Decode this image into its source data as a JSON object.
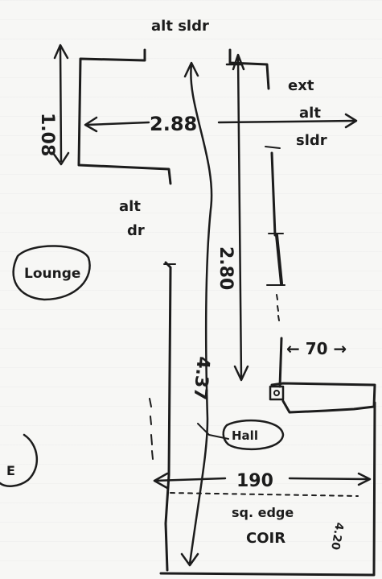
{
  "labels": {
    "top_alt_slider": "alt  sldr",
    "ext_alt_slider_ext": "ext",
    "ext_alt_slider_alt": "alt",
    "ext_alt_slider_sldr": "sldr",
    "width_left": "2.88",
    "door_width": "1.08",
    "alt_door_alt": "alt",
    "alt_door_dr": "dr",
    "lounge": "Lounge",
    "length_280": "2.80",
    "dim_70": "← 70 →",
    "length_437": "4.37",
    "hall": "Hall",
    "width_190": "190",
    "sq_edge": "sq. edge",
    "coir": "COIR",
    "corner_note": "E",
    "right_note": "4.20"
  },
  "colors": {
    "ink": "#1c1c1c",
    "paper": "#f7f7f5"
  }
}
